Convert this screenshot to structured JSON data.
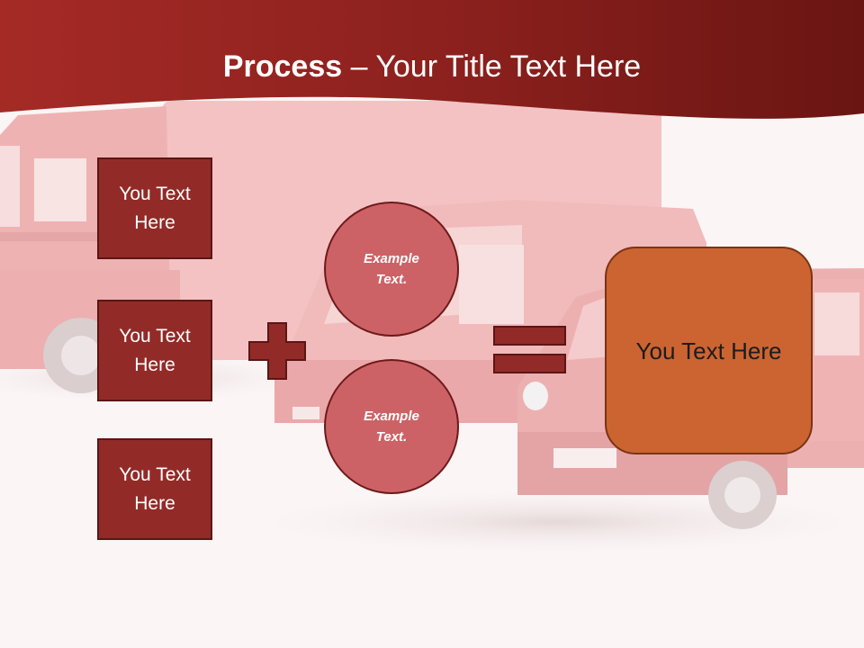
{
  "slide": {
    "title_bold": "Process",
    "title_rest": " – Your Title Text Here",
    "inputs": [
      {
        "label": "You Text Here"
      },
      {
        "label": "You Text Here"
      },
      {
        "label": "You Text Here"
      }
    ],
    "examples": [
      {
        "label": "Example Text."
      },
      {
        "label": "Example Text."
      }
    ],
    "result": {
      "label": "You Text Here"
    },
    "operators": {
      "plus": "plus-icon",
      "equals": "equals-icon"
    },
    "colors": {
      "header": "#9b2a26",
      "box_fill": "#922b28",
      "circle_fill": "#cd6266",
      "result_fill": "#cc6431",
      "operator": "#922b28"
    }
  }
}
